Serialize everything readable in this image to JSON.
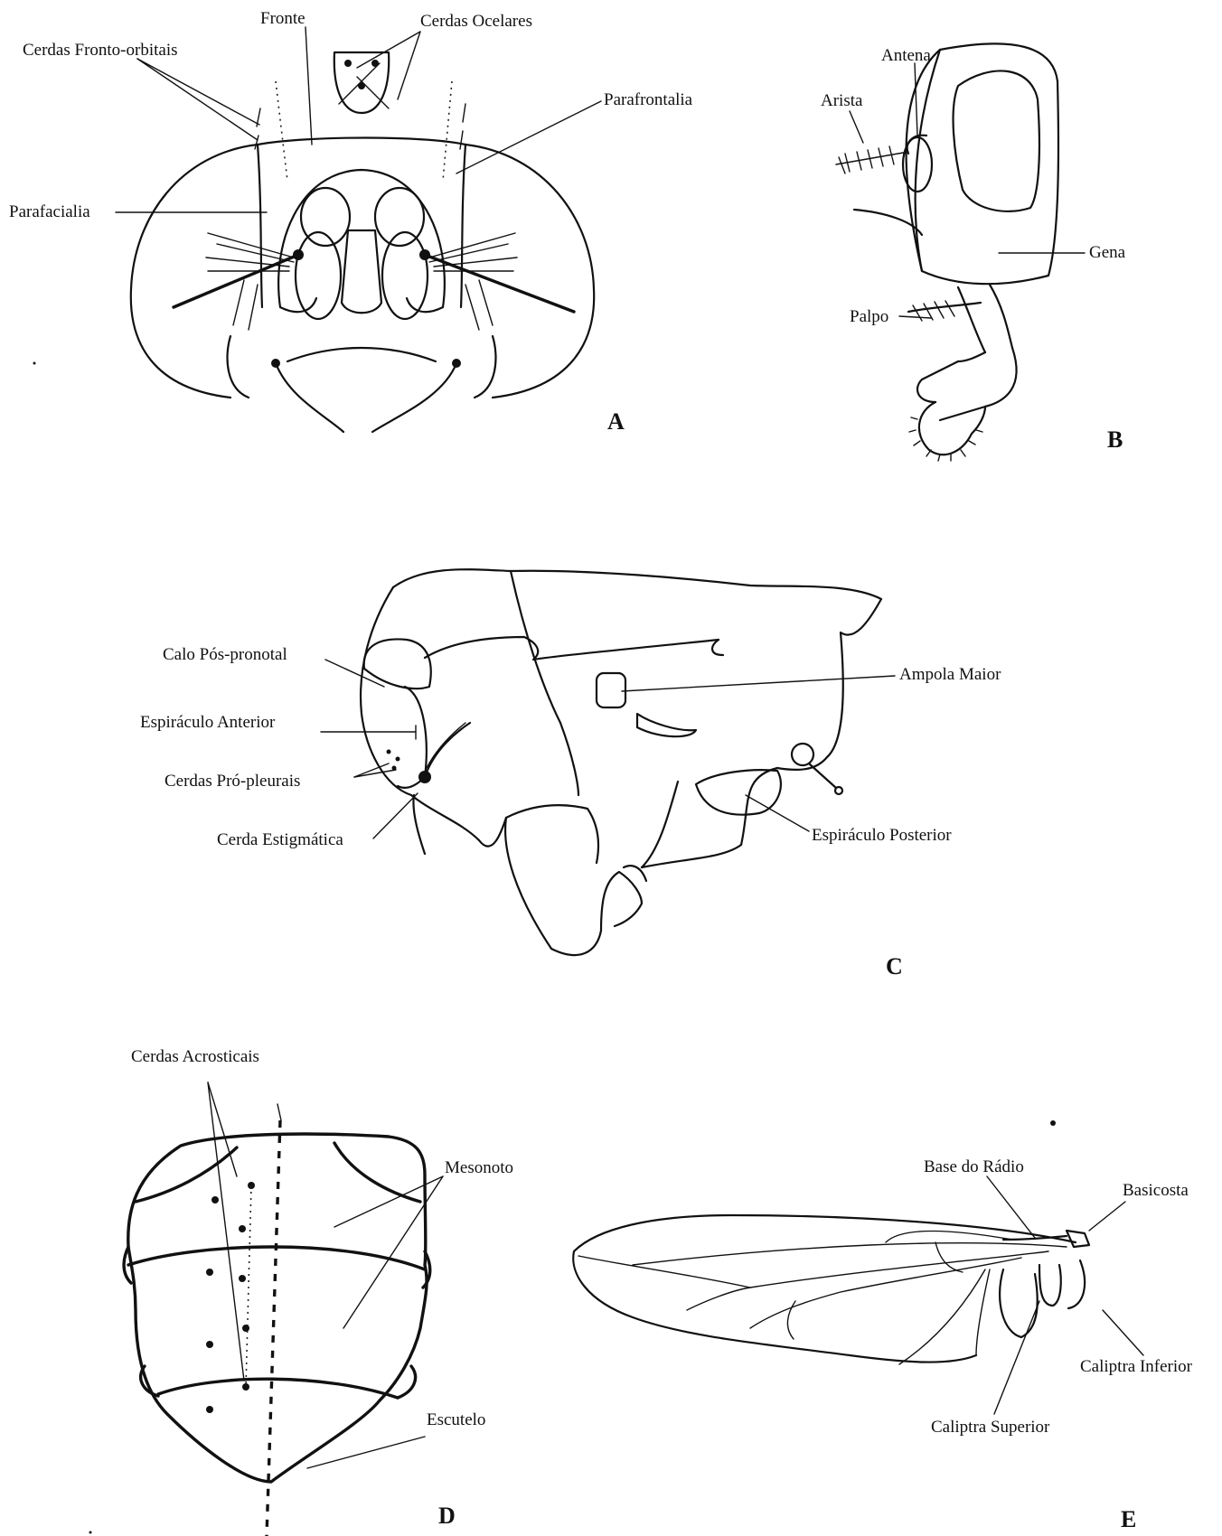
{
  "panels": {
    "A": {
      "letter": "A",
      "labels": {
        "fronte": "Fronte",
        "cerdas_ocelares": "Cerdas Ocelares",
        "cerdas_fronto_orbitais": "Cerdas Fronto-orbitais",
        "parafrontalia": "Parafrontalia",
        "parafacialia": "Parafacialia"
      }
    },
    "B": {
      "letter": "B",
      "labels": {
        "antena": "Antena",
        "arista": "Arista",
        "gena": "Gena",
        "palpo": "Palpo"
      }
    },
    "C": {
      "letter": "C",
      "labels": {
        "calo_pos_pronotal": "Calo Pós-pronotal",
        "espiraculo_anterior": "Espiráculo Anterior",
        "cerdas_pro_pleurais": "Cerdas Pró-pleurais",
        "cerda_estigmatica": "Cerda Estigmática",
        "ampola_maior": "Ampola Maior",
        "espiraculo_posterior": "Espiráculo  Posterior"
      }
    },
    "D": {
      "letter": "D",
      "labels": {
        "cerdas_acrosticais": "Cerdas Acrosticais",
        "mesonoto": "Mesonoto",
        "escutelo": "Escutelo"
      }
    },
    "E": {
      "letter": "E",
      "labels": {
        "base_do_radio": "Base do Rádio",
        "basicosta": "Basicosta",
        "caliptra_inferior": "Caliptra Inferior",
        "caliptra_superior": "Caliptra Superior"
      }
    }
  }
}
